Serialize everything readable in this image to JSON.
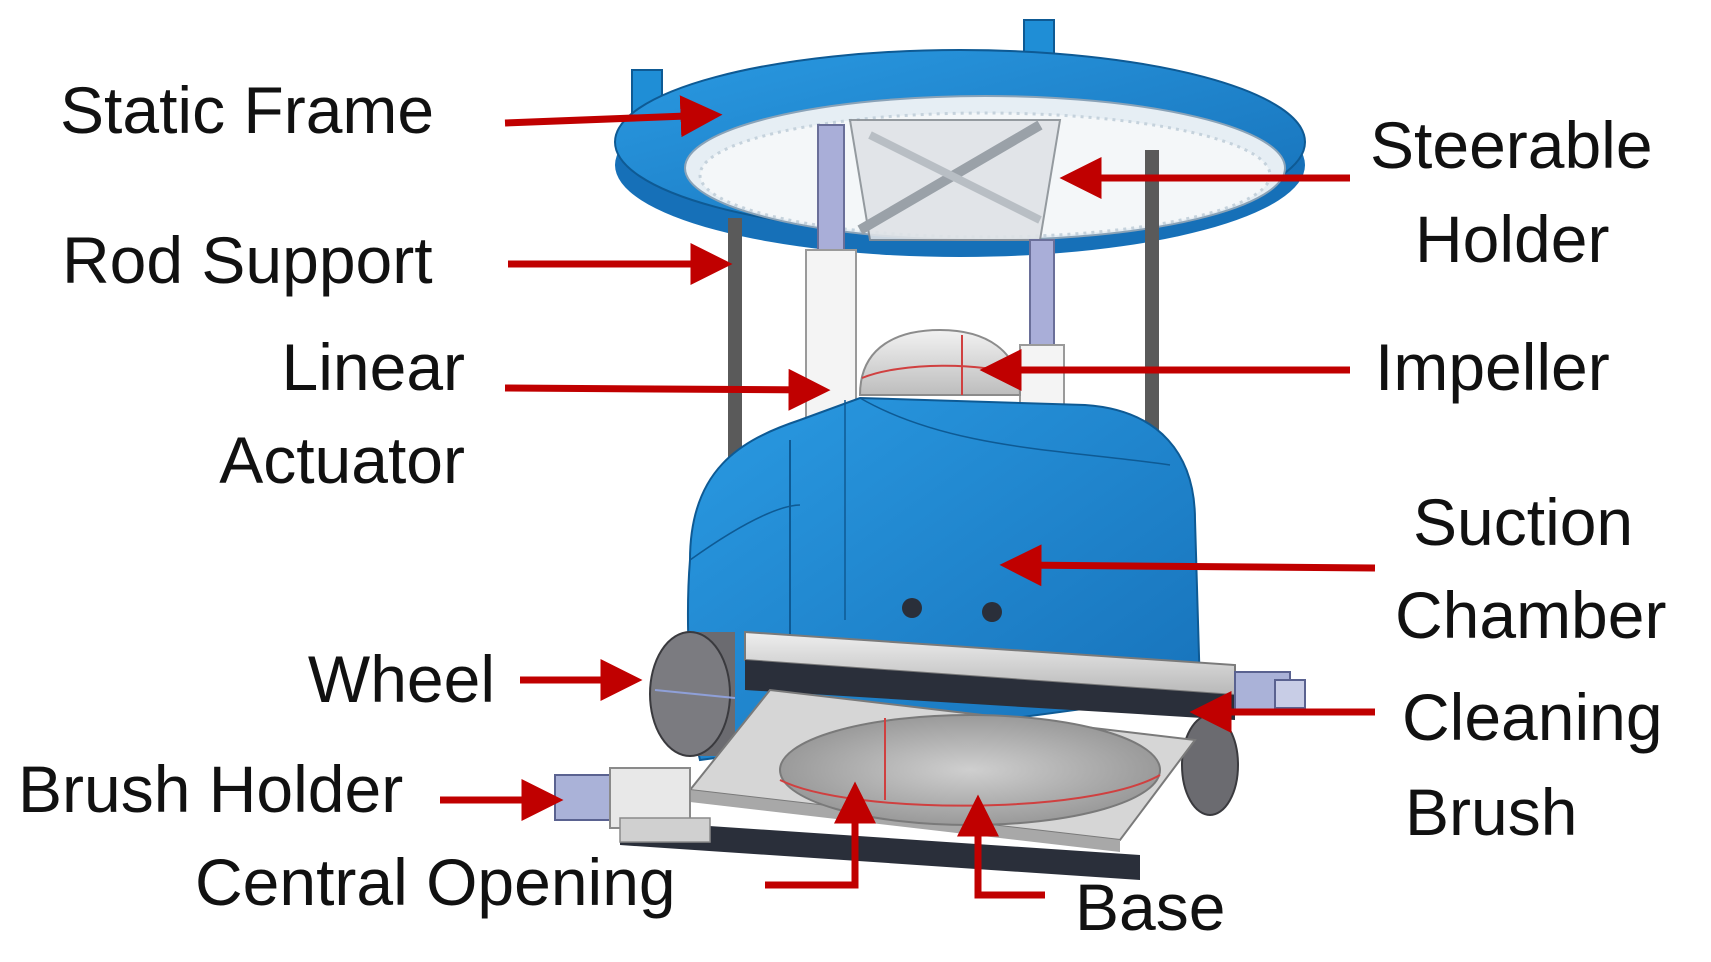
{
  "labels": {
    "static_frame": "Static Frame",
    "rod_support": "Rod Support",
    "linear_actuator_line1": "Linear",
    "linear_actuator_line2": "Actuator",
    "wheel": "Wheel",
    "brush_holder": "Brush Holder",
    "central_opening": "Central  Opening",
    "base": "Base",
    "steerable_holder_line1": "Steerable",
    "steerable_holder_line2": "Holder",
    "impeller": "Impeller",
    "suction_chamber_line1": "Suction",
    "suction_chamber_line2": "Chamber",
    "cleaning_brush_line1": "Cleaning",
    "cleaning_brush_line2": "Brush"
  },
  "colors": {
    "body_blue": "#1f8ed6",
    "body_blue_dark": "#1269a8",
    "arrow_red": "#c00000",
    "rod_gray": "#5a5a5a",
    "metal_light": "#d9d9d9",
    "brush_dark": "#2a2f3a"
  }
}
